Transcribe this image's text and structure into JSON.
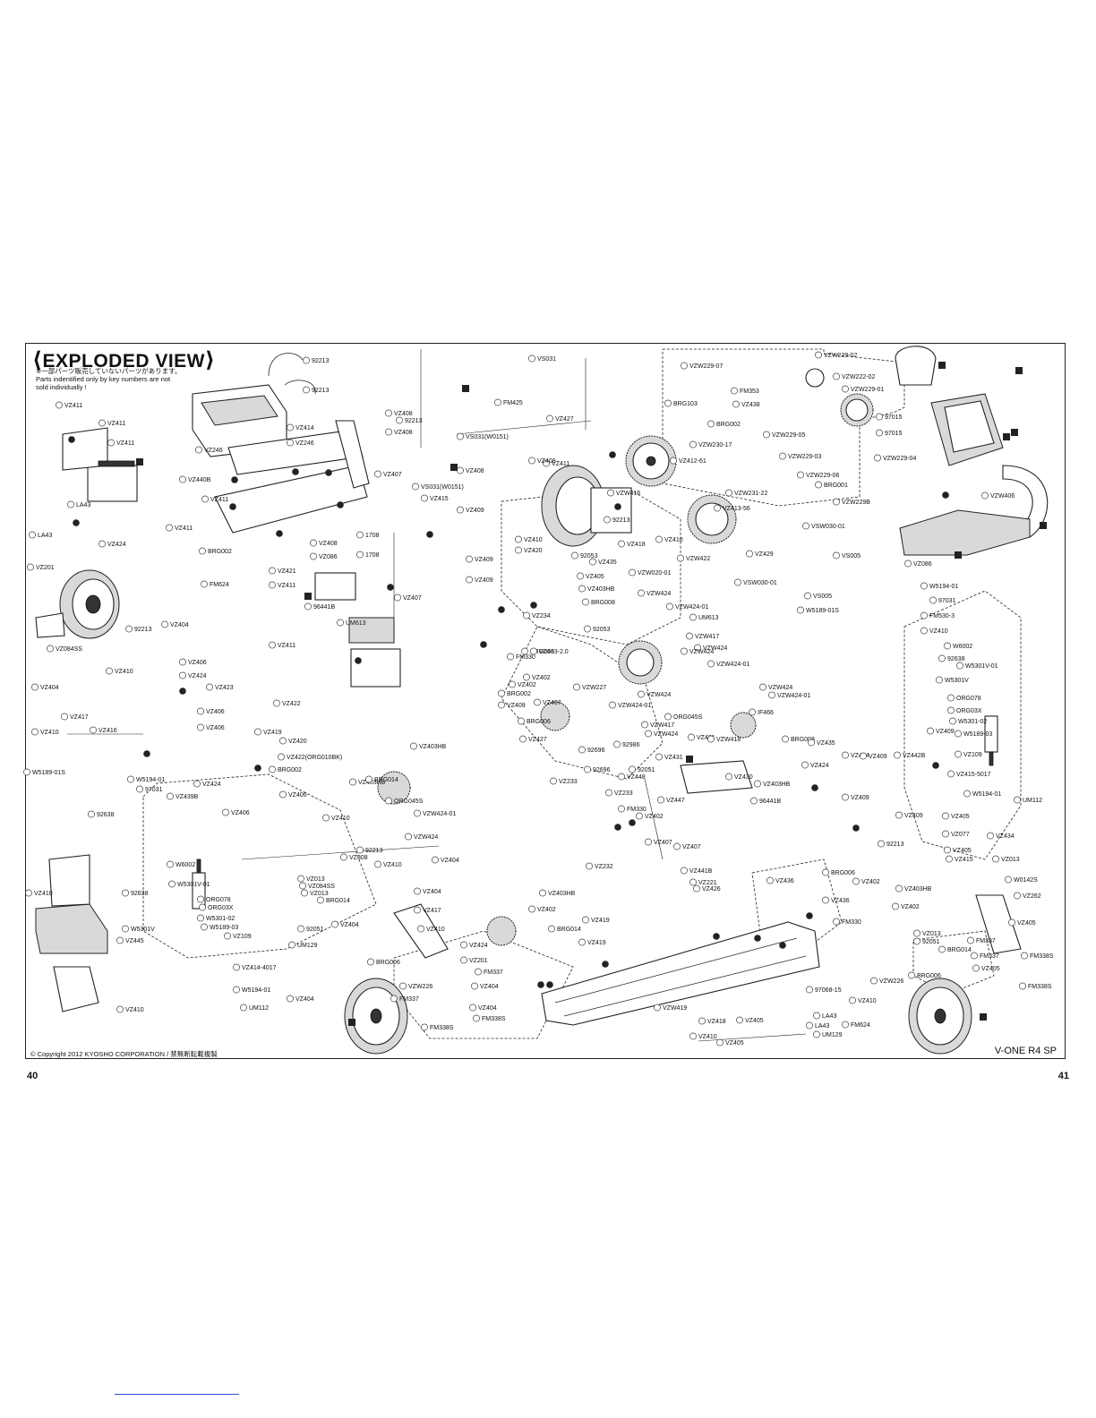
{
  "header": {
    "title": "EXPLODED VIEW",
    "note_lines": [
      "※一部パーツ販売していないパーツがあります。",
      "Parts indentified only by key numbers are not",
      "sold individually !"
    ]
  },
  "footer": {
    "copyright": "© Copyright 2012 KYOSHO CORPORATION / 禁無断転載複製",
    "model": "V-ONE R4 SP",
    "page_left": "40",
    "page_right": "41"
  },
  "part_labels": [
    "92213",
    "92213",
    "VZ411",
    "VZ411",
    "VZ411",
    "VZ246",
    "VZ414",
    "VZ246",
    "VZ407",
    "VZ440B",
    "VZ411",
    "LA43",
    "VZ411",
    "LA43",
    "VZ424",
    "VZ201",
    "VZ404",
    "VZ084SS",
    "92213",
    "VZ406",
    "VZ410",
    "VZ424",
    "VZ404",
    "VZ417",
    "VZ416",
    "VZ410",
    "VZ423",
    "VZ422",
    "VZ406",
    "VZ406",
    "BRG002",
    "FM624",
    "VZ421",
    "VZ411",
    "VZ411",
    "VZ086",
    "VZ408",
    "1708",
    "1708",
    "96441B",
    "VZ407",
    "VZ408",
    "VZ408",
    "92213",
    "VS031(W0151)",
    "FM425",
    "VS031(W0151)",
    "VZ408",
    "VZ427",
    "VZ411",
    "VS031",
    "VZ408",
    "VZ415",
    "VZ409",
    "VZ409",
    "VZ409",
    "VZ410",
    "VZ420",
    "92053",
    "VZ435",
    "VZ405",
    "VZ418",
    "VZ410",
    "VZ412-61",
    "VZW416",
    "92213",
    "VZ413-56",
    "VZW422",
    "VZW231-22",
    "VZW230-17",
    "VZW229-07",
    "BRG103",
    "FM353",
    "VZ438",
    "BRG002",
    "VZW229-02",
    "VZW222-02",
    "VZW229-01",
    "VZW229-05",
    "VZW229-03",
    "VZW229-06",
    "VZW229-04",
    "BRG001",
    "97015",
    "97015",
    "VZW229B",
    "VZW406",
    "VZ086",
    "VSW030-01",
    "VS005",
    "VZ429",
    "VS005",
    "VSW030-01",
    "W5189-01S",
    "W5194-01",
    "97031",
    "FM530-3",
    "VZ410",
    "W6002",
    "92638",
    "W5301V-01",
    "W5301V",
    "ORG078",
    "ORG03X",
    "W5301-02",
    "W5189-03",
    "VZ109",
    "VZ415-5017",
    "W5194-01",
    "UM112",
    "VZ442B",
    "VZ424",
    "VZ409",
    "VZ430",
    "VZ403HB",
    "BRG008",
    "VZ435",
    "VZ424",
    "VZ409",
    "VZ409",
    "VZ409",
    "VZ405",
    "VZ077",
    "VZ405",
    "VZ434",
    "VZ415",
    "VZ013",
    "W0142S",
    "VZ262",
    "FM337",
    "VZ405",
    "FM337",
    "VZ405",
    "FM338S",
    "FM338S",
    "BRG006",
    "VZW226",
    "97068-15",
    "VZ410",
    "LA43",
    "FM624",
    "UM129",
    "VZ405",
    "VZ418",
    "VZ410",
    "VZ405",
    "LA43",
    "VZW419",
    "VZ419",
    "VZ419",
    "BRG014",
    "VZ402",
    "VZ403HB",
    "VZ232",
    "VZ424",
    "VZ201",
    "FM337",
    "VZ404",
    "VZW226",
    "FM337",
    "VZ404",
    "FM338S",
    "FM338S",
    "BRG006",
    "UM129",
    "VZ404",
    "VZ410",
    "VZ417",
    "VZ404",
    "VZ404",
    "BRG014",
    "VZ084SS",
    "VZ013",
    "92051",
    "VZ013",
    "VZ308",
    "92213",
    "VZ410",
    "VZ404",
    "VZW424",
    "VZW424-01",
    "ORG045S",
    "VZ403HB",
    "BRG014",
    "VZ419",
    "VZ420",
    "VZ422(ORG010BK)",
    "BRG002",
    "VZ424",
    "W5189-01S",
    "W5194-01",
    "97031",
    "VZ439B",
    "VZ406",
    "VZ406",
    "VZ410",
    "92638",
    "VZ410",
    "92638",
    "W5301V",
    "W6002",
    "W5301V-01",
    "ORG078",
    "ORG03X",
    "W5301-02",
    "W5189-03",
    "VZ109",
    "VZ414-4017",
    "W5194-01",
    "UM112",
    "VZ445",
    "VZ410",
    "VZ447",
    "96441B",
    "92051",
    "VZ233",
    "FM330",
    "VZ407",
    "VZ407",
    "VZ441B",
    "VZ221",
    "VZ426",
    "VZ436",
    "VZ436",
    "FM330",
    "VZ402",
    "VZ013",
    "92051",
    "BRG014",
    "92213",
    "BRG006",
    "VZ402",
    "VZ403HB",
    "VZ402",
    "VZ233",
    "92696",
    "92696",
    "92986",
    "VZ448",
    "VZ431",
    "VZ427",
    "BRG006",
    "VZ407",
    "VZW227",
    "BRG002",
    "VZ409",
    "VZ402",
    "FM330",
    "VZ402",
    "BRG006",
    "VZ433-2.0",
    "92053",
    "VZ234",
    "BRG008",
    "VZ403HB",
    "VZW020-01",
    "VZW424",
    "VZW424-01",
    "UM613",
    "VZW417",
    "VZW424",
    "VZW424",
    "VZW424-01",
    "VZW424",
    "VZW424-01",
    "VZW417",
    "VZW424",
    "ORG045S",
    "VZW424",
    "VZW424-01",
    "IF466",
    "VZ421",
    "VZW418",
    "VZ403HB",
    "UM613"
  ],
  "icons": [
    "x-icon",
    "circled-number-icon",
    "letter-key-icon"
  ]
}
